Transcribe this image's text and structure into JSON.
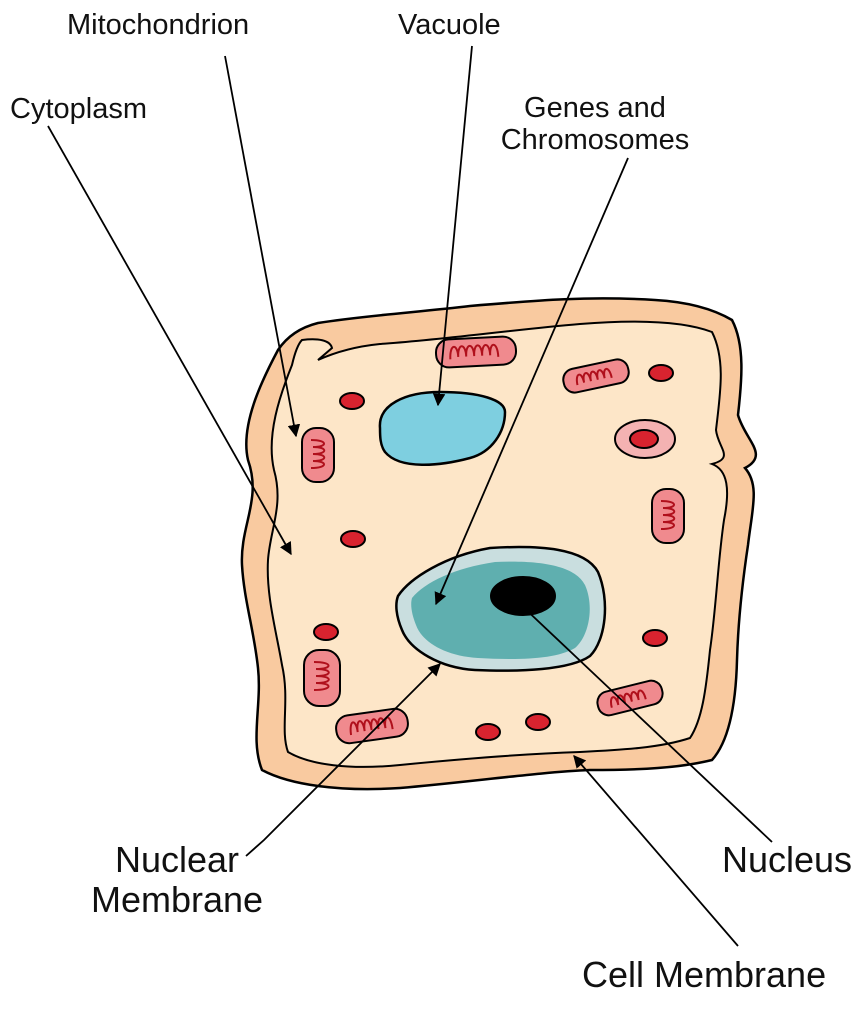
{
  "labels": {
    "mitochondrion": "Mitochondrion",
    "vacuole": "Vacuole",
    "cytoplasm": "Cytoplasm",
    "genes_line1": "Genes and",
    "genes_line2": "Chromosomes",
    "nuclear_line1": "Nuclear",
    "nuclear_line2": "Membrane",
    "nucleus": "Nucleus",
    "cell_membrane": "Cell Membrane"
  },
  "colors": {
    "outer_membrane": "#f9caa0",
    "cytoplasm": "#fde6c8",
    "vacuole": "#7ecfe0",
    "nuclear_envelope": "#c9dedf",
    "nucleoplasm": "#5fafaf",
    "nucleolus": "#000000",
    "organelle_red": "#d8232f",
    "mito_fill": "#f08a8e",
    "lysosome_outer": "#f4b2b2"
  }
}
